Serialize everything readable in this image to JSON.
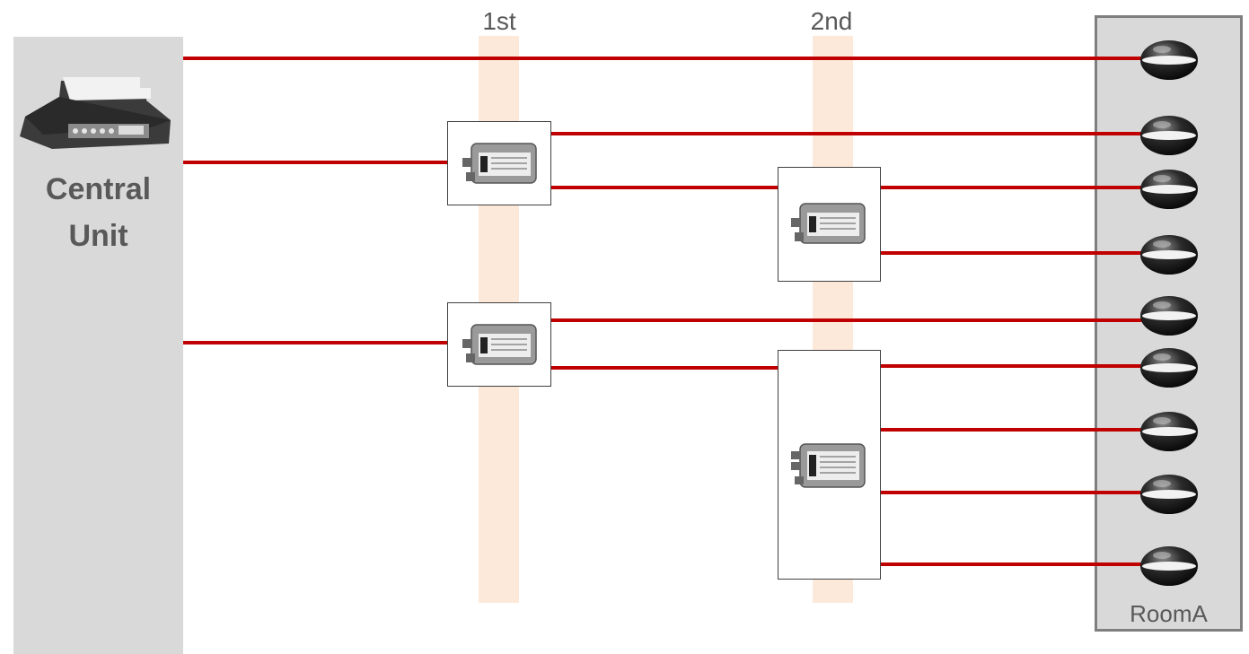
{
  "central_unit": {
    "label": "Central\nUnit",
    "icon": "central-unit-device"
  },
  "floors": [
    {
      "label": "1st"
    },
    {
      "label": "2nd"
    }
  ],
  "room": {
    "label": "RoomA",
    "sensor_count": 9,
    "sensor_icon": "dome-sensor"
  },
  "splitter_icon": "splitter-device",
  "colors": {
    "wire": "#c00000",
    "band": "#fde9d9",
    "panel": "#d9d9d9",
    "room_border": "#7f7f7f",
    "text": "#595959"
  }
}
